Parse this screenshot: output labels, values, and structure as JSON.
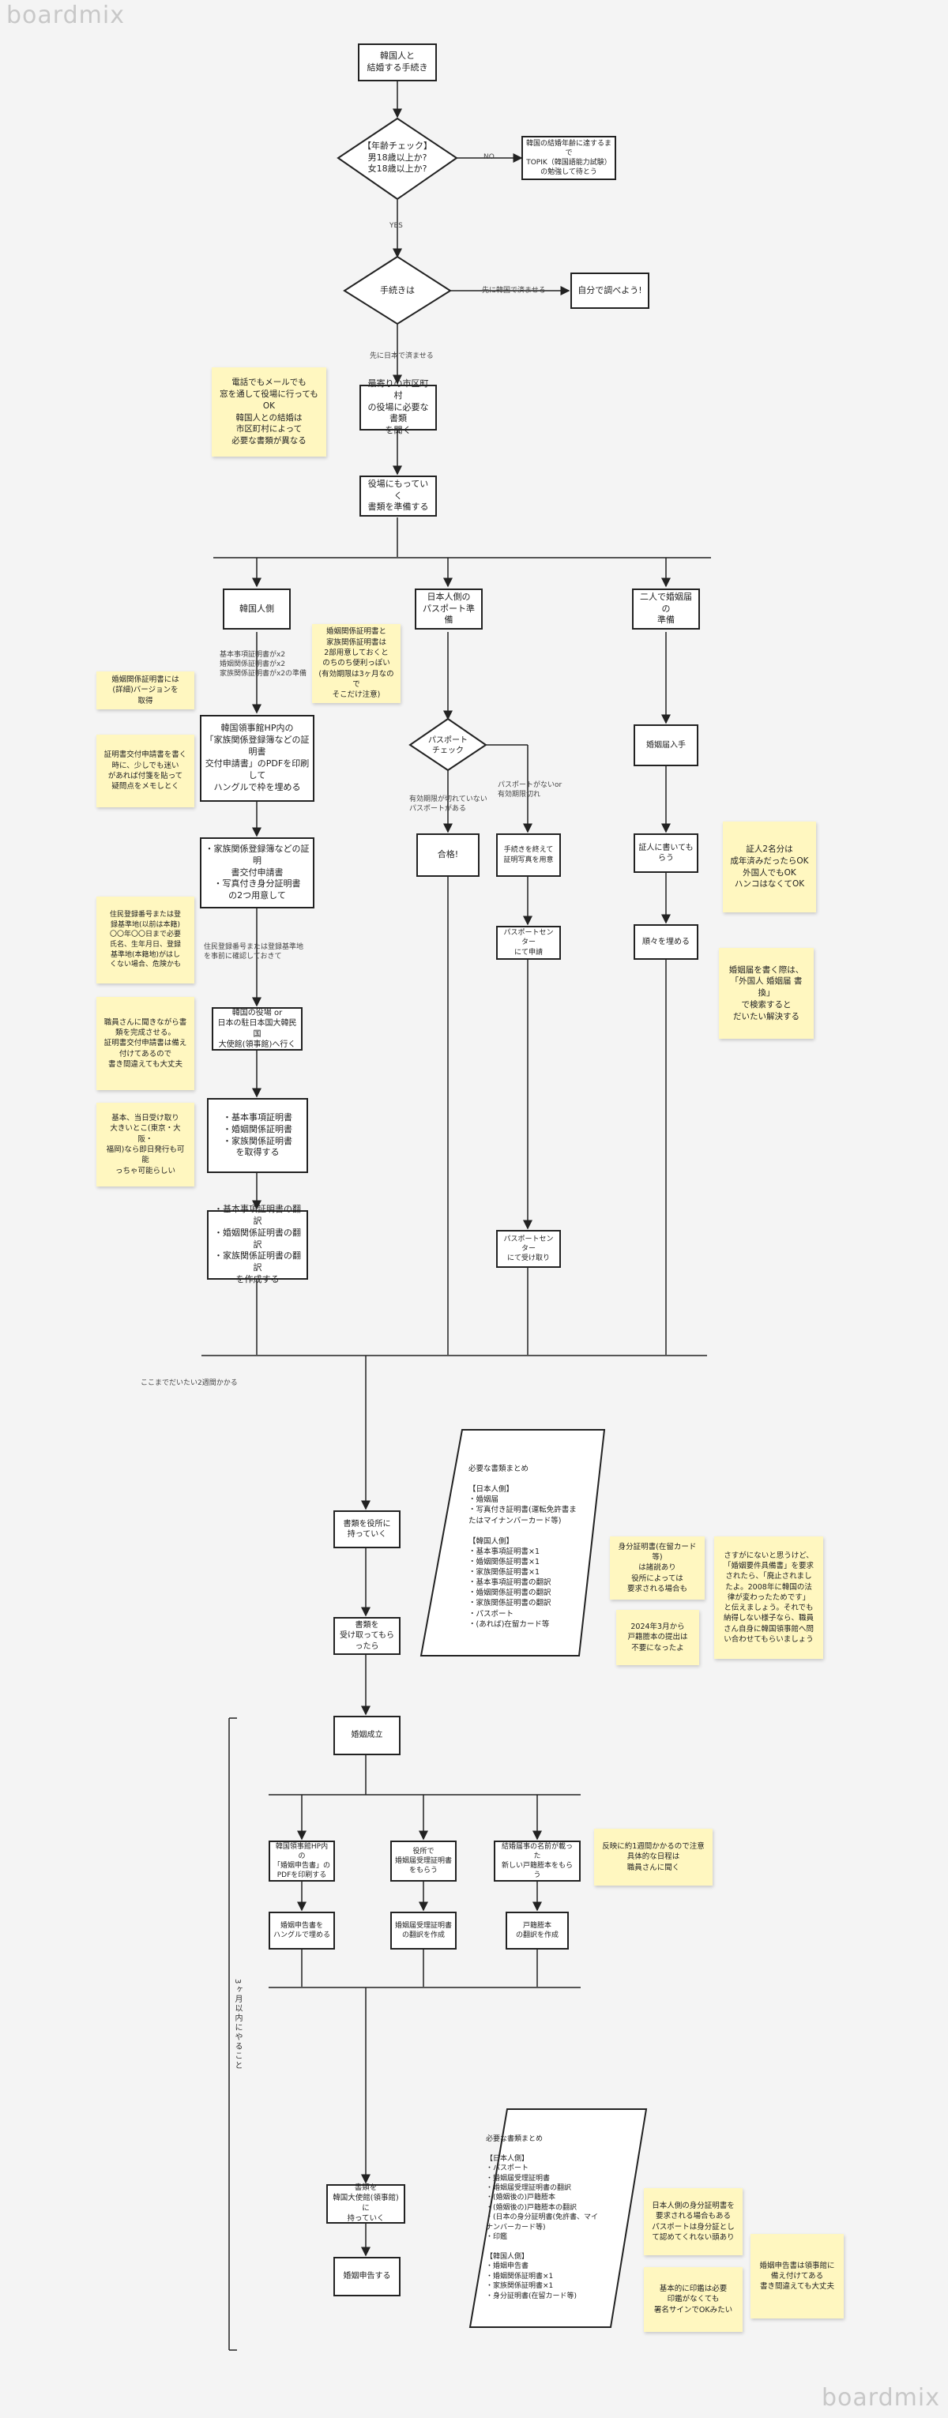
{
  "watermark": "boardmix",
  "nodes": {
    "start": "韓国人と\n結婚する手続き",
    "age_check": "【年齢チェック】\n男18歳以上か?\n女18歳以上か?",
    "wait_box": "韓国の結婚年齢に達するまで\nTOPIK（韓国語能力試験）\nの勉強して待とう",
    "where": "手続きは",
    "self_check": "自分で調べよう!",
    "ward": "最寄りの市区町村\nの役場に必要な書類\nを聞く",
    "prepare": "役場にもっていく\n書類を準備する",
    "korean_side": "韓国人側",
    "japanese_passport": "日本人側の\nパスポート準備",
    "two_people": "二人で婚姻届の\n準備",
    "print_form": "韓国領事館HP内の\n「家族関係登録簿などの証明書\n交付申請書」のPDFを印刷して\nハングルで枠を埋める",
    "family_docs": "・家族関係登録簿などの証明\n書交付申請書\n・写真付き身分証明書\nの2つ用意して",
    "go_embassy": "韓国の役場 or\n日本の駐日本国大韓民国\n大使館(領事館)へ行く",
    "get_certs": "・基本事項証明書\n・婚姻関係証明書\n・家族関係証明書\nを取得する",
    "translate": "・基本事項証明書の翻訳\n・婚姻関係証明書の翻訳\n・家族関係証明書の翻訳\nを作成する",
    "passport_check": "パスポート\nチェック",
    "passport_ok": "合格!",
    "passport_apply": "手続きを終えて\n証明写真を用意",
    "passport_center1": "パスポートセンター\nにて申請",
    "passport_center2": "パスポートセンター\nにて受け取り",
    "get_form": "婚姻届入手",
    "witness": "証人に書いてもらう",
    "fill_form": "順々を埋める",
    "bring_docs": "書類を役所に\n持っていく",
    "accepted": "書類を\n受け取ってもらったら",
    "marriage": "婚姻成立",
    "print_report": "韓国領事館HP内の\n「婚姻申告書」の\nPDFを印刷する",
    "report_fill": "婚姻申告書を\nハングルで埋める",
    "ward_cert": "役所で\n婚姻届受理証明書\nをもらう",
    "ward_cert_tr": "婚姻届受理証明書\nの翻訳を作成",
    "family_reg": "結婚届事の名前が載った\n新しい戸籍謄本をもらう",
    "family_reg_tr": "戸籍謄本\nの翻訳を作成",
    "embassy_bring": "書類を\n韓国大使館(領事館)に\n持っていく",
    "report_submit": "婚姻申告する"
  },
  "edge_labels": {
    "no": "NO",
    "yes": "YES",
    "first_korea": "先に韓国で済ませる",
    "first_japan": "先に日本で済ませる",
    "korean_certs": "基本事項証明書がx2\n婚姻関係証明書がx2\n家族関係証明書がx2の準備",
    "passport_valid": "有効期限が切れていない\nパスポートがある",
    "passport_none": "パスポートがないor\n有効期限切れ",
    "registry_note": "住民登録番号または登録基準地\nを事前に確認しておきて",
    "about_two_months": "ここまでだいたい2週間かかる",
    "within_3_months": "3ヶ月以内にやること"
  },
  "stickies": {
    "s1": "電話でもメールでも\n窓を通して役場に行ってもOK\n韓国人との結婚は\n市区町村によって\n必要な書類が異なる",
    "s2": "婚姻関係証明書と\n家族関係証明書は\n2部用意しておくと\nのちのち便利っぽい\n(有効期限は3ヶ月なので\nそこだけ注意)",
    "s3": "婚姻関係証明書には\n(詳細)バージョンを\n取得",
    "s4": "証明書交付申請書を書く\n時に、少しでも迷い\nがあれば付箋を貼って\n疑問点をメモしとく",
    "s5": "住民登録番号または登\n録基準地(以前は本籍)\n〇〇年〇〇日まで必要\n氏名、生年月日、登録\n基準地(本籍地)がはし\nくない場合、危険かも",
    "s6": "職員さんに聞きながら書\n類を完成させる。\n証明書交付申請書は備え\n付けてあるので\n書き間違えても大丈夫",
    "s7": "基本、当日受け取り\n大きいとこ(東京・大阪・\n福岡)なら即日発行も可能\nっちゃ可能らしい",
    "s8": "証人2名分は\n成年済みだったらOK\n外国人でもOK\nハンコはなくてOK",
    "s9": "婚姻届を書く際は、\n「外国人 婚姻届 書換」\nで検索すると\nだいたい解決する",
    "s10": "身分証明書(在留カード等)\nは諸説あり\n役所によっては\n要求される場合も",
    "s11": "2024年3月から\n戸籍謄本の提出は\n不要になったよ",
    "s12": "さすがにないと思うけど、\n「婚姻要件具備書」を要求\nされたら、「廃止されまし\nたよ。2008年に韓国の法\n律が変わったためです」\nと伝えましょう。それでも\n納得しない様子なら、職員\nさん自身に韓国領事館へ問\nい合わせてもらいましょう",
    "s13": "反映に約1週間かかるので注意\n具体的な日程は\n職員さんに聞く",
    "s14": "日本人側の身分証明書を\n要求される場合もある\nパスポートは身分証とし\nて認めてくれない頭あり",
    "s15": "婚姻申告書は領事館に\n備え付けてある\n書き間違えても大丈夫",
    "s16": "基本的に印鑑は必要\n印鑑がなくても\n署名サインでOKみたい"
  },
  "doc_lists": {
    "first": "必要な書類まとめ\n\n【日本人側】\n・婚姻届\n・写真付き証明書(運転免許書ま\nたはマイナンバーカード等)\n\n【韓国人側】\n・基本事項証明書×1\n・婚姻関係証明書×1\n・家族関係証明書×1\n・基本事項証明書の翻訳\n・婚姻関係証明書の翻訳\n・家族関係証明書の翻訳\n・パスポート\n・(あれば)在留カード等",
    "second": "必要な書類まとめ\n\n【日本人側】\n・パスポート\n・婚姻届受理証明書\n・婚姻届受理証明書の翻訳\n・(婚姻後の)戸籍謄本\n・(婚姻後の)戸籍謄本の翻訳\n・(日本の身分証明書(免許書、マイ\nナンバーカード等)\n・印鑑\n\n【韓国人側】\n・婚姻申告書\n・婚姻関係証明書×1\n・家族関係証明書×1\n・身分証明書(在留カード等)"
  }
}
